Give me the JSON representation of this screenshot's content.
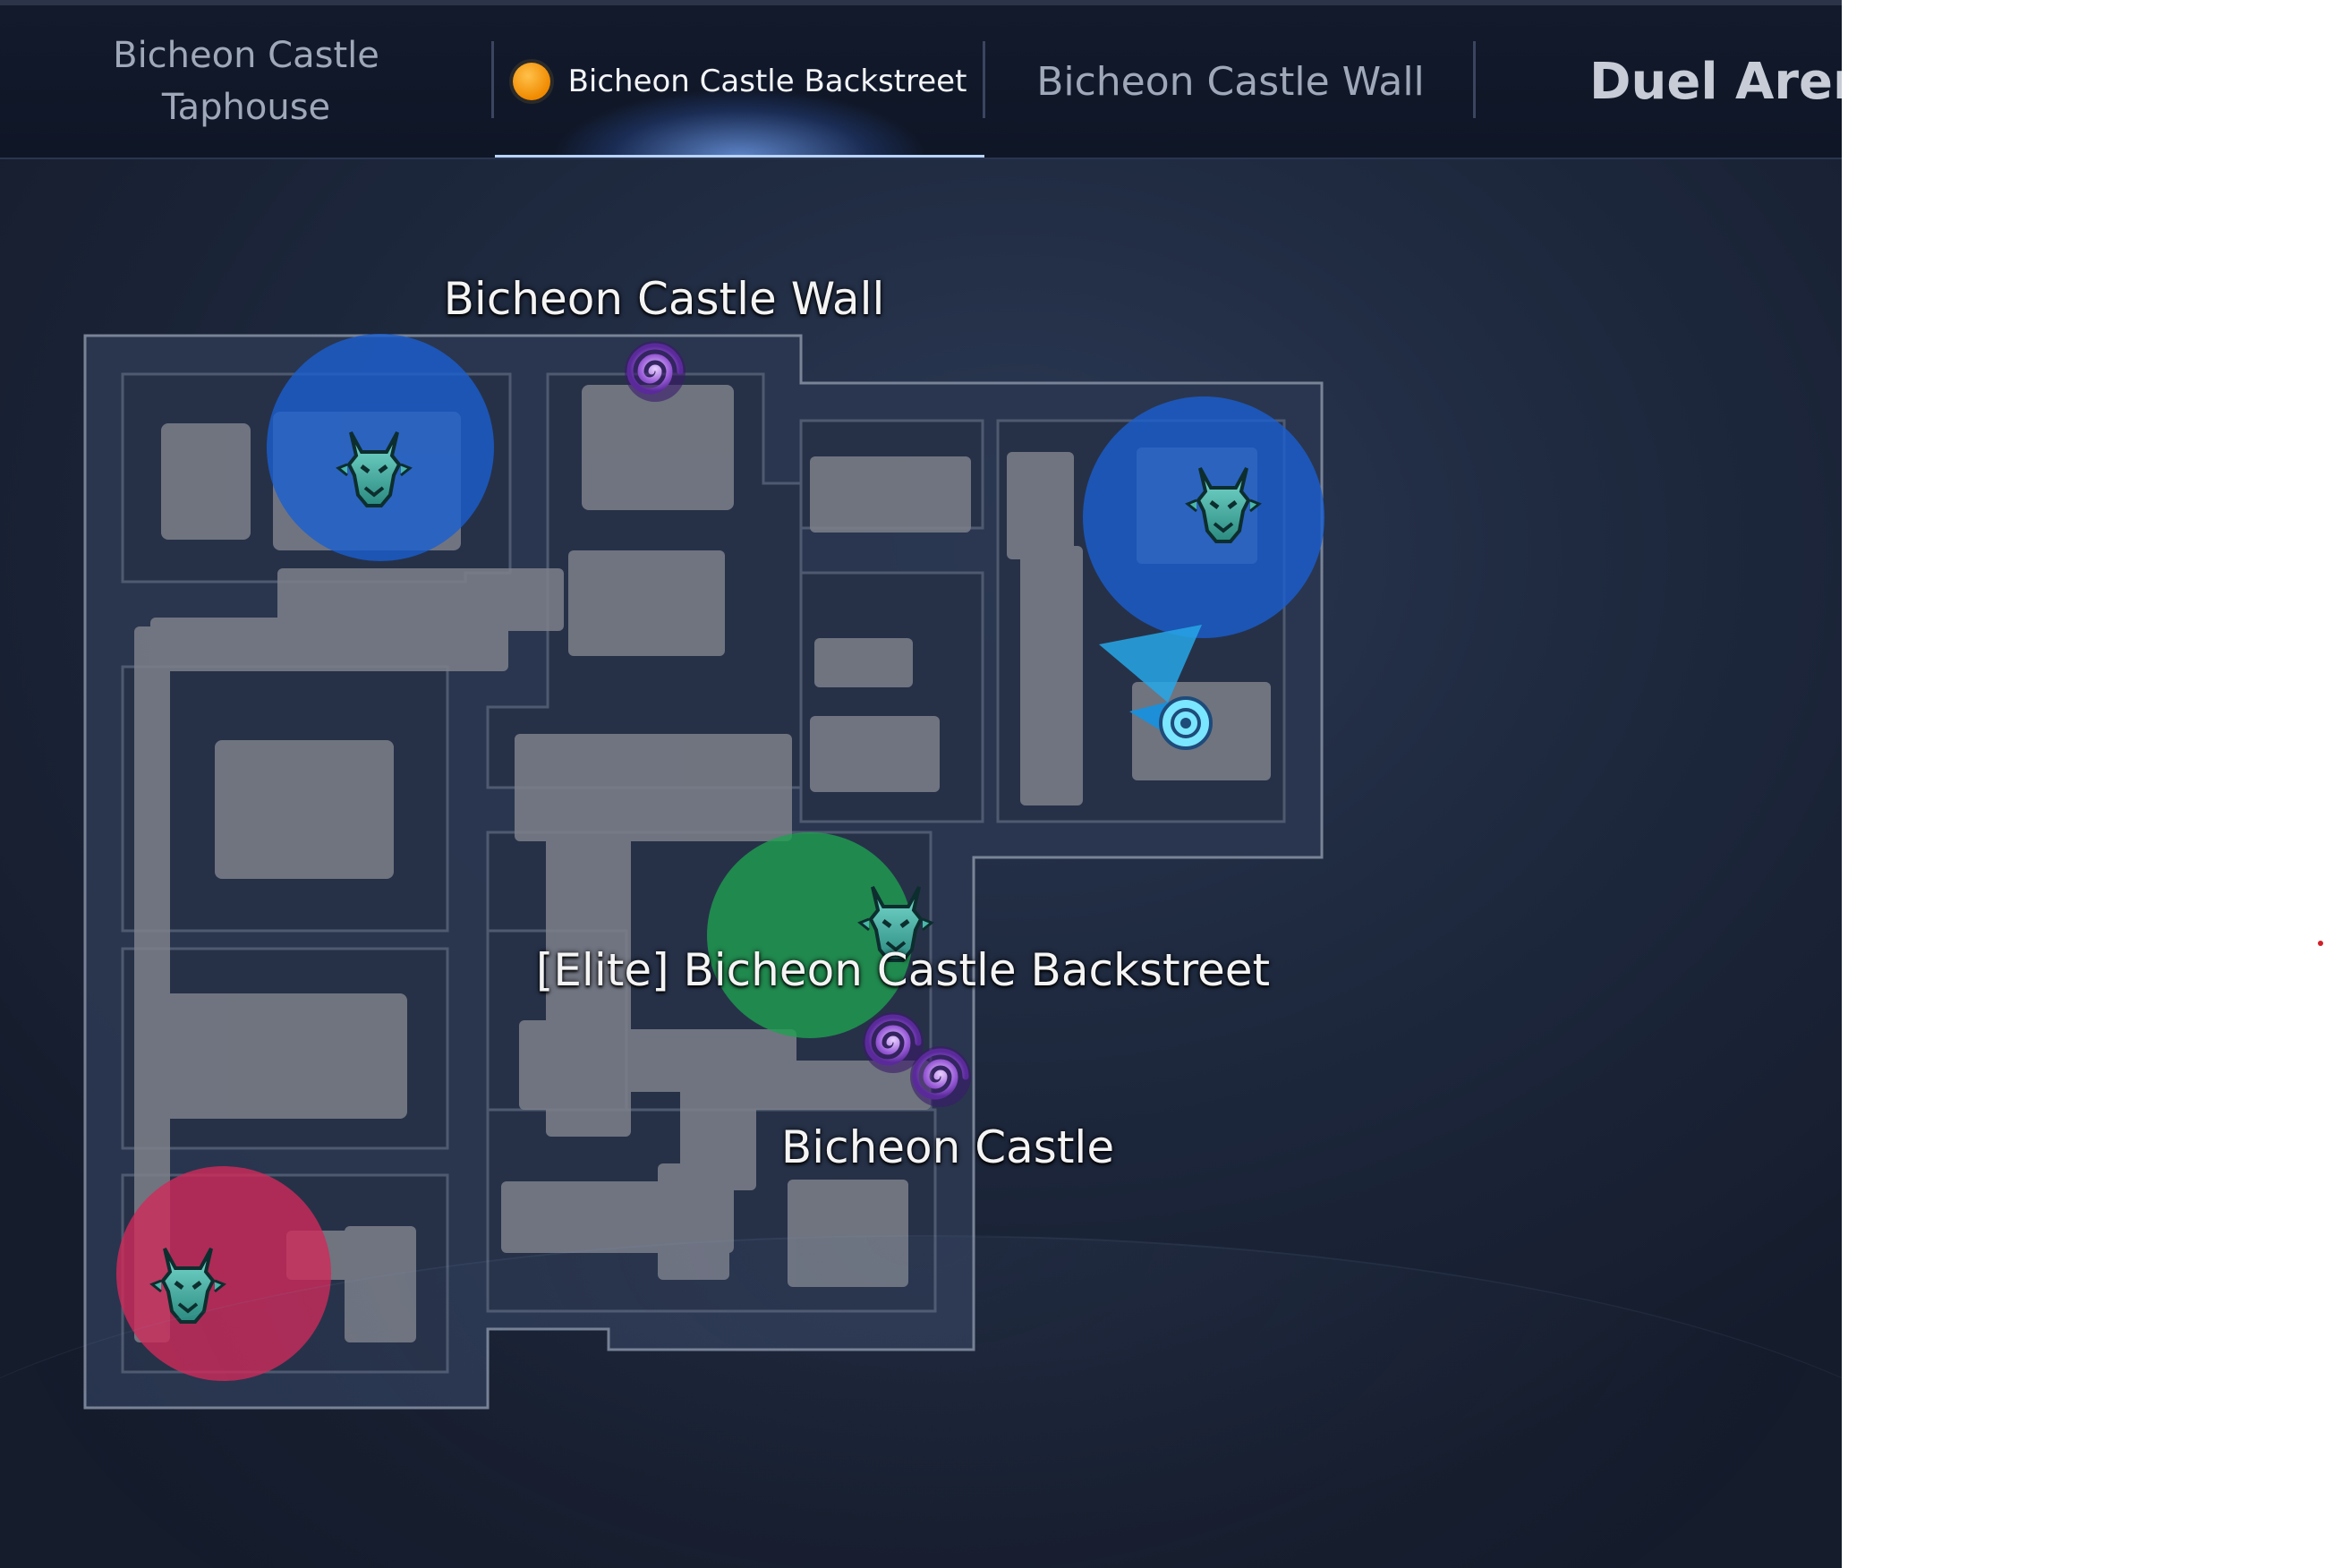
{
  "tabs": [
    {
      "label": "Bicheon Castle Taphouse",
      "active": false
    },
    {
      "label": "Bicheon Castle Backstreet",
      "active": true
    },
    {
      "label": "Bicheon Castle Wall",
      "active": false
    },
    {
      "label": "Duel Arena",
      "active": false
    }
  ],
  "map": {
    "labels": {
      "north_exit": "Bicheon Castle Wall",
      "elite_zone": "[Elite] Bicheon Castle Backstreet",
      "south_exit": "Bicheon Castle"
    },
    "zone_colors": {
      "blue": "#1a5fd0",
      "green": "#1fa050",
      "red": "#d02a5a"
    },
    "icons": [
      "monster-head-icon",
      "portal-swirl-icon",
      "player-position-icon"
    ]
  }
}
